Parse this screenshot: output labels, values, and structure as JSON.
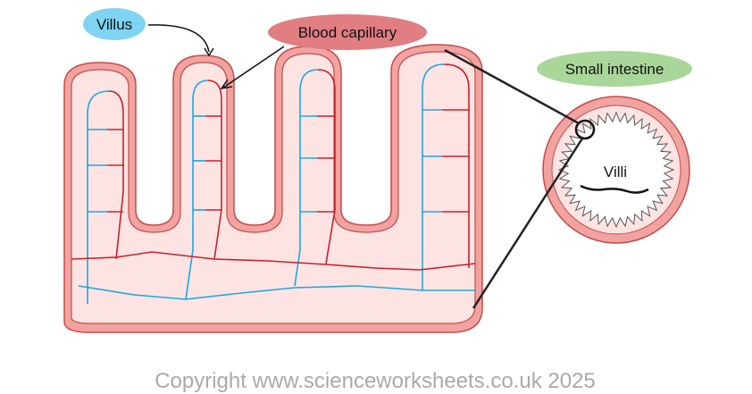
{
  "labels": {
    "villus": "Villus",
    "blood_capillary": "Blood capillary",
    "small_intestine": "Small intestine",
    "villi": "Villi"
  },
  "copyright": "Copyright www.scienceworksheets.co.uk 2025",
  "colors": {
    "tissue_outer": "#f1a3a0",
    "tissue_inner": "#fde4e3",
    "tissue_edge": "#c74a4a",
    "vein_blue": "#1ea6e0",
    "artery_red": "#cc1f2b",
    "villus_label_bg": "#7fd3f3",
    "capillary_label_bg": "#e07e82",
    "intestine_label_bg": "#a9d79a",
    "copyright_text": "#a9a9a9"
  }
}
